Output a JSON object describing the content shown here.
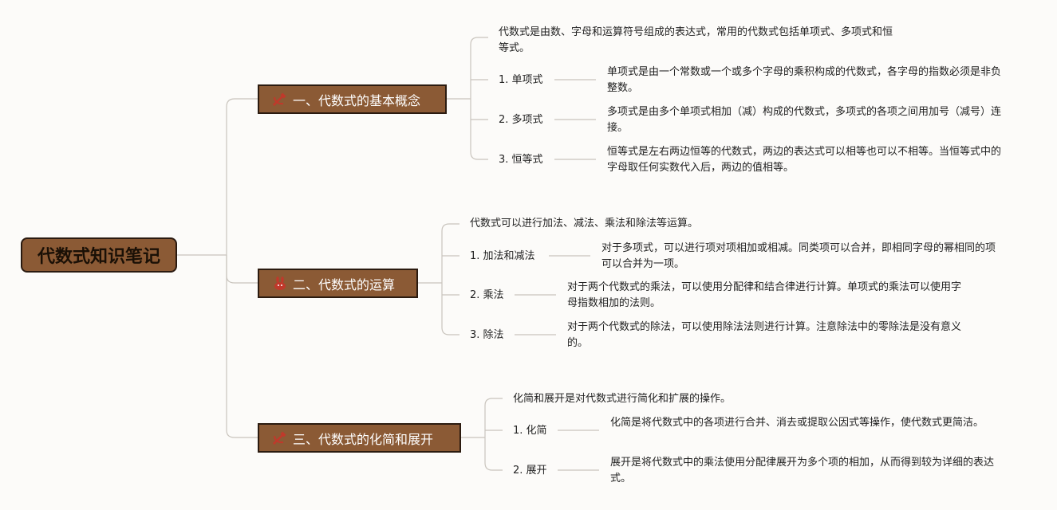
{
  "root": {
    "title": "代数式知识笔记"
  },
  "icons": {
    "branch1": "hammer-sickle-icon",
    "branch2": "rabbit-icon",
    "branch3": "hammer-sickle-icon",
    "accent": "#c0392b"
  },
  "colors": {
    "node_fill": "#8b5a35",
    "node_border": "#2b1b10",
    "line": "#c9c4bd"
  },
  "branches": [
    {
      "label": "一、代数式的基本概念",
      "intro": "代数式是由数、字母和运算符号组成的表达式，常用的代数式包括单项式、多项式和恒等式。",
      "items": [
        {
          "label": "1. 单项式",
          "desc": "单项式是由一个常数或一个或多个字母的乘积构成的代数式，各字母的指数必须是非负整数。"
        },
        {
          "label": "2. 多项式",
          "desc": "多项式是由多个单项式相加（减）构成的代数式，多项式的各项之间用加号（减号）连接。"
        },
        {
          "label": "3. 恒等式",
          "desc": "恒等式是左右两边恒等的代数式，两边的表达式可以相等也可以不相等。当恒等式中的字母取任何实数代入后，两边的值相等。"
        }
      ]
    },
    {
      "label": "二、代数式的运算",
      "intro": "代数式可以进行加法、减法、乘法和除法等运算。",
      "items": [
        {
          "label": "1. 加法和减法",
          "desc": "对于多项式，可以进行项对项相加或相减。同类项可以合并，即相同字母的幂相同的项可以合并为一项。"
        },
        {
          "label": "2. 乘法",
          "desc": "对于两个代数式的乘法，可以使用分配律和结合律进行计算。单项式的乘法可以使用字母指数相加的法则。"
        },
        {
          "label": "3. 除法",
          "desc": "对于两个代数式的除法，可以使用除法法则进行计算。注意除法中的零除法是没有意义的。"
        }
      ]
    },
    {
      "label": "三、代数式的化简和展开",
      "intro": "化简和展开是对代数式进行简化和扩展的操作。",
      "items": [
        {
          "label": "1. 化简",
          "desc": "化简是将代数式中的各项进行合并、消去或提取公因式等操作，使代数式更简洁。"
        },
        {
          "label": "2. 展开",
          "desc": "展开是将代数式中的乘法使用分配律展开为多个项的相加，从而得到较为详细的表达式。"
        }
      ]
    }
  ]
}
